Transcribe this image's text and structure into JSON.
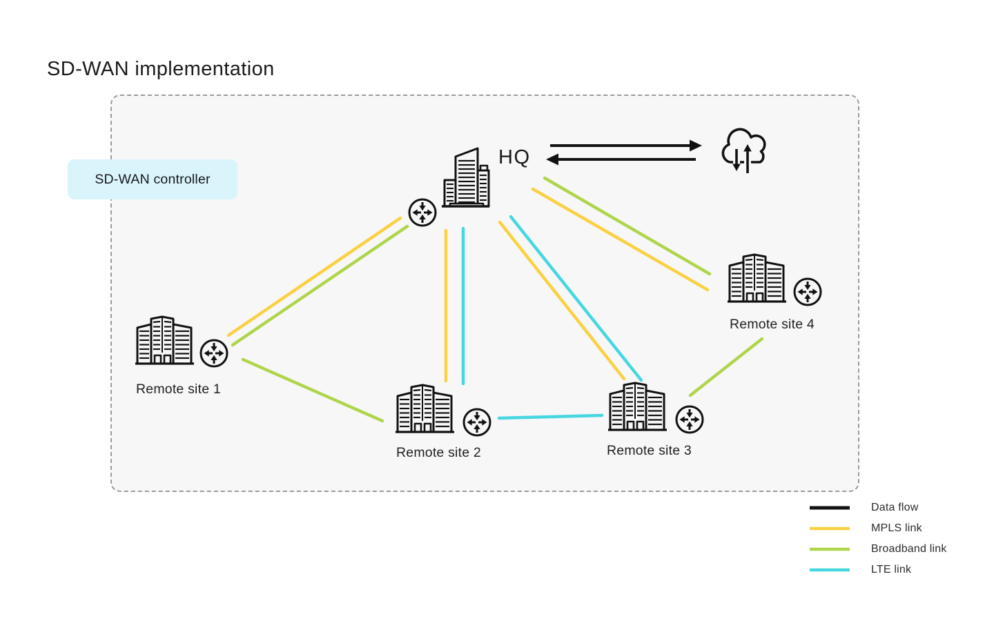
{
  "title": "SD-WAN implementation",
  "controller": {
    "label": "SD-WAN controller"
  },
  "hq": {
    "label": "HQ"
  },
  "sites": [
    {
      "id": "site1",
      "label": "Remote site 1"
    },
    {
      "id": "site2",
      "label": "Remote site 2"
    },
    {
      "id": "site3",
      "label": "Remote site 3"
    },
    {
      "id": "site4",
      "label": "Remote site 4"
    }
  ],
  "colors": {
    "data_flow": "#111111",
    "mpls": "#FAD143",
    "broadband": "#AFD54B",
    "lte": "#46D7E1",
    "controller_bg": "#D9F4FB",
    "canvas_bg": "#F7F7F8"
  },
  "legend": {
    "items": [
      {
        "key": "data_flow",
        "label": "Data flow"
      },
      {
        "key": "mpls",
        "label": "MPLS link"
      },
      {
        "key": "broadband",
        "label": "Broadband link"
      },
      {
        "key": "lte",
        "label": "LTE link"
      }
    ]
  },
  "links": [
    {
      "from": "HQ",
      "to": "Remote site 1",
      "type": "mpls"
    },
    {
      "from": "HQ",
      "to": "Remote site 1",
      "type": "broadband"
    },
    {
      "from": "HQ",
      "to": "Remote site 2",
      "type": "mpls"
    },
    {
      "from": "HQ",
      "to": "Remote site 2",
      "type": "lte"
    },
    {
      "from": "HQ",
      "to": "Remote site 3",
      "type": "mpls"
    },
    {
      "from": "HQ",
      "to": "Remote site 3",
      "type": "lte"
    },
    {
      "from": "HQ",
      "to": "Remote site 4",
      "type": "broadband"
    },
    {
      "from": "HQ",
      "to": "Remote site 4",
      "type": "mpls"
    },
    {
      "from": "Remote site 1",
      "to": "Remote site 2",
      "type": "broadband"
    },
    {
      "from": "Remote site 2",
      "to": "Remote site 3",
      "type": "lte"
    },
    {
      "from": "Remote site 3",
      "to": "Remote site 4",
      "type": "broadband"
    },
    {
      "from": "HQ",
      "to": "cloud",
      "type": "data_flow"
    },
    {
      "from": "cloud",
      "to": "HQ",
      "type": "data_flow"
    }
  ]
}
